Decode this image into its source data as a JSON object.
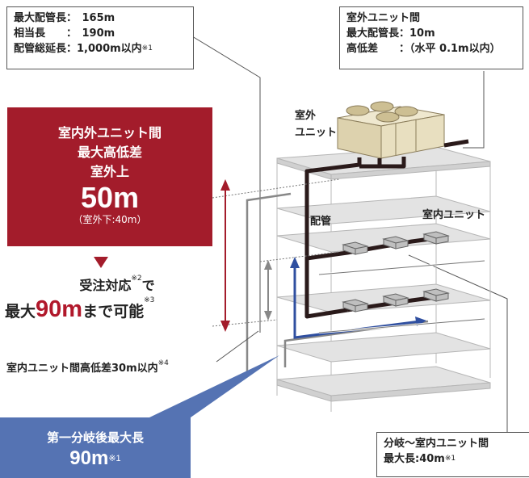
{
  "top_left_box": {
    "line1": "最大配管長：　165m",
    "line2": "相当長　　：　190m",
    "line3": "配管総延長：1,000m以内",
    "line3_note": "※1"
  },
  "top_right_box": {
    "line1": "室外ユニット間",
    "line2": "最大配管長：10m",
    "line3": "高低差　　：（水平 0.1m以内）"
  },
  "outdoor_unit_label": "室外\nユニット",
  "pipe_label": "配管",
  "indoor_unit_label": "室内ユニット",
  "red_box": {
    "line1": "室内外ユニット間",
    "line2": "最大高低差",
    "line3": "室外上",
    "big": "50m",
    "small": "（室外下:40m）"
  },
  "accept": {
    "text": "受注対応",
    "note": "※2",
    "tail": "で"
  },
  "max90": {
    "pre": "最大",
    "num": "90m",
    "post": "まで可能",
    "note": "※3"
  },
  "indoor_height_label": {
    "text": "室内ユニット間高低差30m以内",
    "note": "※4"
  },
  "blue_box": {
    "line1": "第一分岐後最大長",
    "big": "90m",
    "note": "※1"
  },
  "branch_box": {
    "line1": "分岐～室内ユニット間",
    "line2": "最大長:40m",
    "note": "※1"
  },
  "colors": {
    "red": "#a31c2b",
    "blue": "#5573b3",
    "pipe": "#2a1a1a",
    "building": "#cfcfcf"
  }
}
